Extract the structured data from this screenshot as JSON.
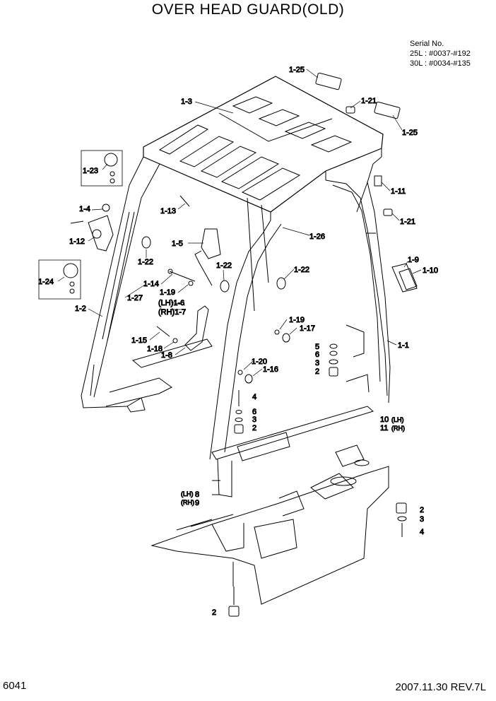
{
  "title": "OVER HEAD GUARD(OLD)",
  "serial": {
    "heading": "Serial No.",
    "line1": "25L : #0037-#192",
    "line2": "30L : #0034-#135"
  },
  "footer": {
    "page": "6041",
    "revision": "2007.11.30  REV.7L"
  },
  "callouts": [
    "1-25",
    "1-3",
    "1-21",
    "1-25",
    "1-23",
    "1-11",
    "1-4",
    "1-13",
    "1-21",
    "1-12",
    "1-26",
    "1-5",
    "1-22",
    "1-22",
    "1-22",
    "1-9",
    "1-10",
    "1-24",
    "1-14",
    "1-19",
    "1-27",
    "(LH)1-6",
    "(RH)1-7",
    "1-2",
    "1-19",
    "1-17",
    "1-1",
    "1-15",
    "5",
    "1-18",
    "6",
    "1-8",
    "3",
    "1-20",
    "1-16",
    "2",
    "4",
    "6",
    "3",
    "2",
    "10",
    "11",
    "8",
    "9",
    "2",
    "3",
    "4",
    "2"
  ],
  "callout_suffixes": [
    "(LH)",
    "(RH)",
    "(LH)",
    "(RH)"
  ]
}
